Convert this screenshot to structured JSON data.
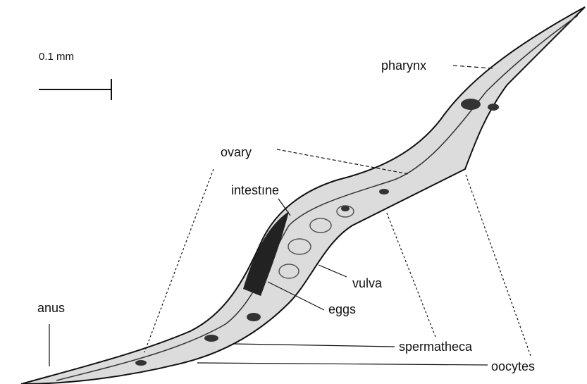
{
  "scale_bar": {
    "label": "0.1 mm"
  },
  "labels": {
    "pharynx": "pharynx",
    "ovary": "ovary",
    "intestine": "intestıne",
    "vulva": "vulva",
    "eggs": "eggs",
    "anus": "anus",
    "spermatheca": "spermatheca",
    "oocytes": "oocytes"
  },
  "colors": {
    "ink": "#111111",
    "body_fill": "#dcdcdc",
    "dark_tissue": "#222222",
    "background": "#ffffff"
  }
}
